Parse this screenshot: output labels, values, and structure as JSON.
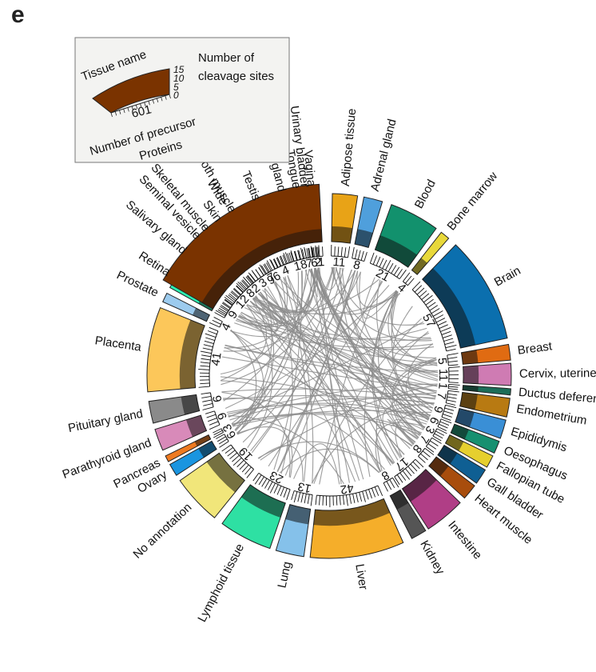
{
  "panel_letter": "e",
  "legend": {
    "tissue_name": "Tissue name",
    "cleavage_title_1": "Number of",
    "cleavage_title_2": "cleavage sites",
    "scale_ticks": [
      "15",
      "10",
      "5",
      "0"
    ],
    "example_count": "601",
    "precursor_title_1": "Number of precursor",
    "precursor_title_2": "Proteins",
    "example_color": "#7a3300"
  },
  "chart_data": {
    "type": "chord",
    "segments": [
      {
        "name": "Adipose tissue",
        "count": "11",
        "color": "#e8a317"
      },
      {
        "name": "Adrenal gland",
        "count": "8",
        "color": "#4f9fdc"
      },
      {
        "name": "Blood",
        "count": "21",
        "color": "#12916d"
      },
      {
        "name": "Bone marrow",
        "count": "4",
        "color": "#e8d83a"
      },
      {
        "name": "Brain",
        "count": "57",
        "color": "#0b6fae"
      },
      {
        "name": "Breast",
        "count": "5",
        "color": "#e06b12"
      },
      {
        "name": "Cervix, uterine",
        "count": "11",
        "color": "#cf7bb3"
      },
      {
        "name": "Ductus deferens",
        "count": "1",
        "color": "#1c6d58"
      },
      {
        "name": "Endometrium",
        "count": "7",
        "color": "#b87a12"
      },
      {
        "name": "Epididymis",
        "count": "9",
        "color": "#3a8fd6"
      },
      {
        "name": "Oesophagus",
        "count": "6",
        "color": "#179070"
      },
      {
        "name": "Fallopian tube",
        "count": "3",
        "color": "#e6cf2e"
      },
      {
        "name": "Gall bladder",
        "count": "7",
        "color": "#0f5f93"
      },
      {
        "name": "Heart muscle",
        "count": "8",
        "color": "#a84d0d"
      },
      {
        "name": "Intestine",
        "count": "17",
        "color": "#b03e86"
      },
      {
        "name": "Kidney",
        "count": "8",
        "color": "#555555"
      },
      {
        "name": "Liver",
        "count": "42",
        "color": "#f5ae2a"
      },
      {
        "name": "Lung",
        "count": "13",
        "color": "#85c1ea"
      },
      {
        "name": "Lymphoid tissue",
        "count": "23",
        "color": "#2ee0a3"
      },
      {
        "name": "No annotation",
        "count": "19",
        "color": "#f1e67a"
      },
      {
        "name": "Ovary",
        "count": "6",
        "color": "#1a95e0"
      },
      {
        "name": "Pancreas",
        "count": "3",
        "color": "#ee7a20"
      },
      {
        "name": "Parathyroid gland",
        "count": "9",
        "color": "#d88ab9"
      },
      {
        "name": "Pituitary gland",
        "count": "6",
        "color": "#8a8a8a"
      },
      {
        "name": "Placenta",
        "count": "41",
        "color": "#fcc75a"
      },
      {
        "name": "Prostate",
        "count": "4",
        "color": "#9ccbee"
      },
      {
        "name": "Retina",
        "count": "9",
        "color": "#2df0b0"
      },
      {
        "name": "Salivary gland",
        "count": "12",
        "color": "#f2ea8c"
      },
      {
        "name": "Seminal vesicle",
        "count": "8",
        "color": "#3d8ed8"
      },
      {
        "name": "Skeletal muscle",
        "count": "2",
        "color": "#ea8a4a"
      },
      {
        "name": "Skin",
        "count": "3",
        "color": "#e2a6cf"
      },
      {
        "name": "Smooth muscle",
        "count": "7",
        "color": "#a9a9a9"
      },
      {
        "name": "Testis",
        "count": "4",
        "color": "#8a5c05"
      },
      {
        "name": "Thyroid gland",
        "count": "18",
        "color": "#1d7ab8"
      },
      {
        "name": "Tongue",
        "count": "7",
        "color": "#147a5e"
      },
      {
        "name": "Urinary bladder",
        "count": "6",
        "color": "#e0c83a"
      },
      {
        "name": "Vagina",
        "count": "2",
        "color": "#8ab6e6"
      },
      {
        "name": "Wide",
        "count": "1",
        "color": "#7a3300"
      },
      {
        "name": "",
        "count": "96",
        "color": "#7a3300"
      }
    ],
    "link_color": "#8c8c8c"
  }
}
